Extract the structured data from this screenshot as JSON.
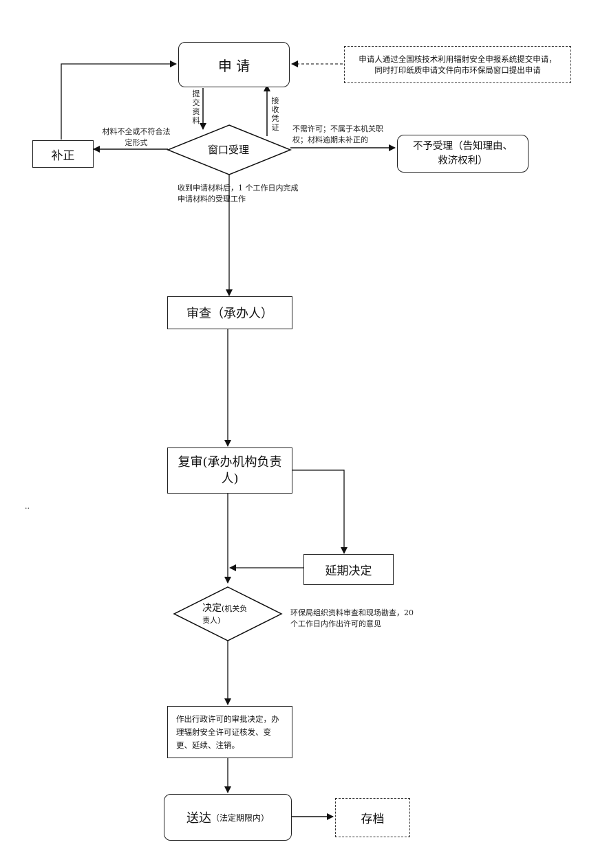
{
  "nodes": {
    "apply": "申 请",
    "note_box": "申请人通过全国核技术利用辐射安全申报系统提交申请，同时打印纸质申请文件向市环保局窗口提出申请",
    "correct": "补正",
    "window": "窗口受理",
    "reject": "不予受理（告知理由、救济权利）",
    "review": "审查（承办人）",
    "recheck": "复审(承办机构负责人)",
    "extend": "延期决定",
    "decide_main": "决定",
    "decide_sub": "(机关负责人)",
    "approve": "作出行政许可的审批决定，办理辐射安全许可证核发、变更、延续、注销。",
    "deliver_main": "送达",
    "deliver_sub": "（法定期限内）",
    "archive": "存档"
  },
  "labels": {
    "submit": "提交资料",
    "receipt": "接收凭证",
    "incomplete": "材料不全或不符合法定形式",
    "no_permit": "不需许可；不属于本机关职权；材料逾期未补正的",
    "one_day": "收到申请材料后，1 个工作日内完成申请材料的受理工作",
    "twenty_days": "环保局组织资料审查和现场勘查，20 个工作日内作出许可的意见",
    "dots": ".."
  }
}
